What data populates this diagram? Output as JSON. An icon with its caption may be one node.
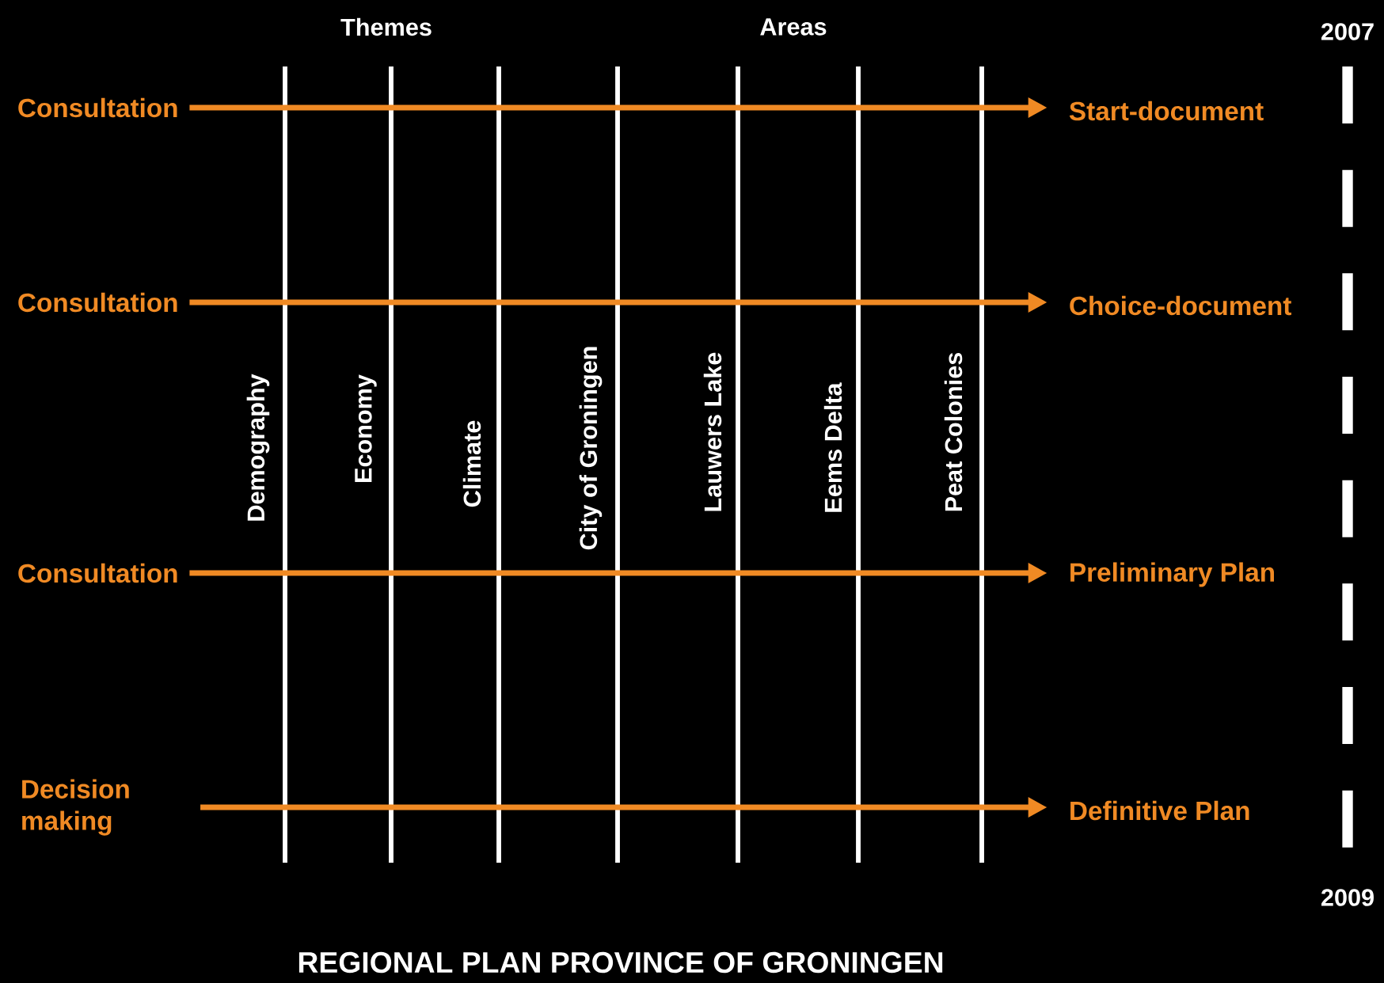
{
  "diagram": {
    "caption": "REGIONAL PLAN PROVINCE OF GRONINGEN",
    "nodes": [
      {
        "text": [
          "Consultation"
        ]
      },
      {
        "text": [
          "Start-document"
        ]
      },
      {
        "text": [
          "Consultation"
        ]
      },
      {
        "text": [
          "Choice-document"
        ]
      },
      {
        "text": [
          "Consultation"
        ]
      },
      {
        "text": [
          "Preliminary Plan"
        ]
      },
      {
        "text": [
          "Decision making"
        ]
      },
      {
        "text": [
          "Definitive Plan"
        ]
      }
    ],
    "edges": [
      {
        "from": 0,
        "to": 1,
        "arrow": "to"
      },
      {
        "from": 2,
        "to": 3,
        "arrow": "to"
      },
      {
        "from": 4,
        "to": 5,
        "arrow": "to"
      },
      {
        "from": 6,
        "to": 7,
        "arrow": "to"
      }
    ],
    "labels": [
      "Themes",
      "Areas",
      "2007",
      "Demography",
      "Economy",
      "Climate",
      "City of Groningen",
      "Lauwers Lake",
      "Eems Delta",
      "Peat Colonies",
      "2009"
    ]
  }
}
